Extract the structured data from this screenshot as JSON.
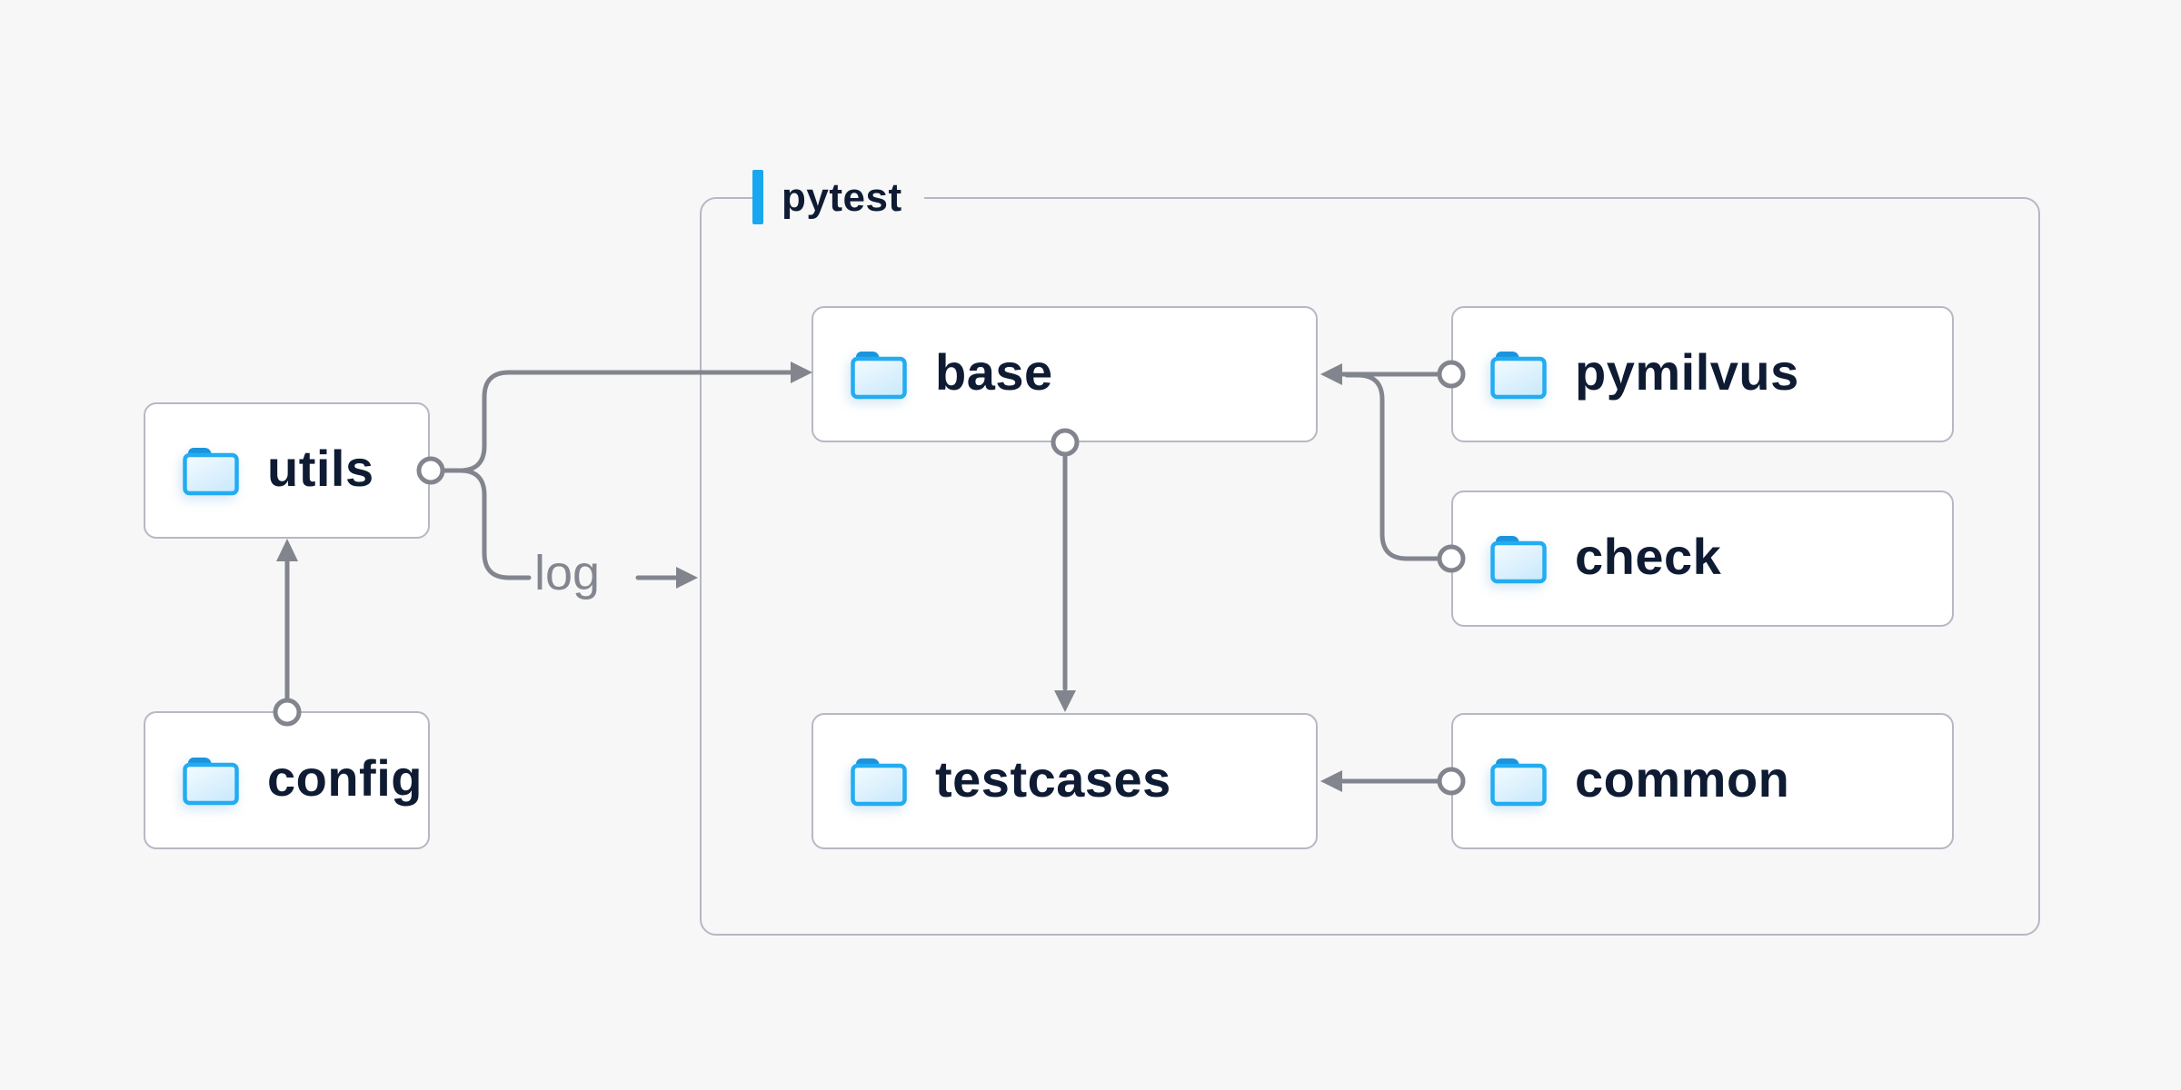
{
  "container": {
    "label": "pytest",
    "accent_bar_color": "#19a7f0"
  },
  "nodes": {
    "utils": {
      "label": "utils",
      "icon": "folder-icon"
    },
    "config": {
      "label": "config",
      "icon": "folder-icon"
    },
    "base": {
      "label": "base",
      "icon": "folder-icon"
    },
    "pymilvus": {
      "label": "pymilvus",
      "icon": "folder-icon"
    },
    "check": {
      "label": "check",
      "icon": "folder-icon"
    },
    "testcases": {
      "label": "testcases",
      "icon": "folder-icon"
    },
    "common": {
      "label": "common",
      "icon": "folder-icon"
    }
  },
  "edges": {
    "log_label": "log",
    "connections": [
      {
        "from": "config",
        "to": "utils",
        "style": "arrow"
      },
      {
        "from": "utils",
        "to": "base",
        "style": "arrow"
      },
      {
        "from": "utils",
        "to": "pytest-container",
        "style": "arrow",
        "label": "log"
      },
      {
        "from": "base",
        "to": "testcases",
        "style": "arrow"
      },
      {
        "from": "pymilvus",
        "to": "base",
        "style": "arrow"
      },
      {
        "from": "check",
        "to": "base",
        "style": "arrow"
      },
      {
        "from": "common",
        "to": "testcases",
        "style": "arrow"
      }
    ]
  },
  "colors": {
    "background": "#f7f7f8",
    "node_background": "#ffffff",
    "border_gray": "#b6b8c3",
    "line_gray": "#83858e",
    "text_dark": "#0e1b33",
    "label_gray": "#84868f",
    "accent_blue": "#19a7f0",
    "folder_stroke": "#23acf1",
    "folder_tab": "#1b94dd"
  }
}
